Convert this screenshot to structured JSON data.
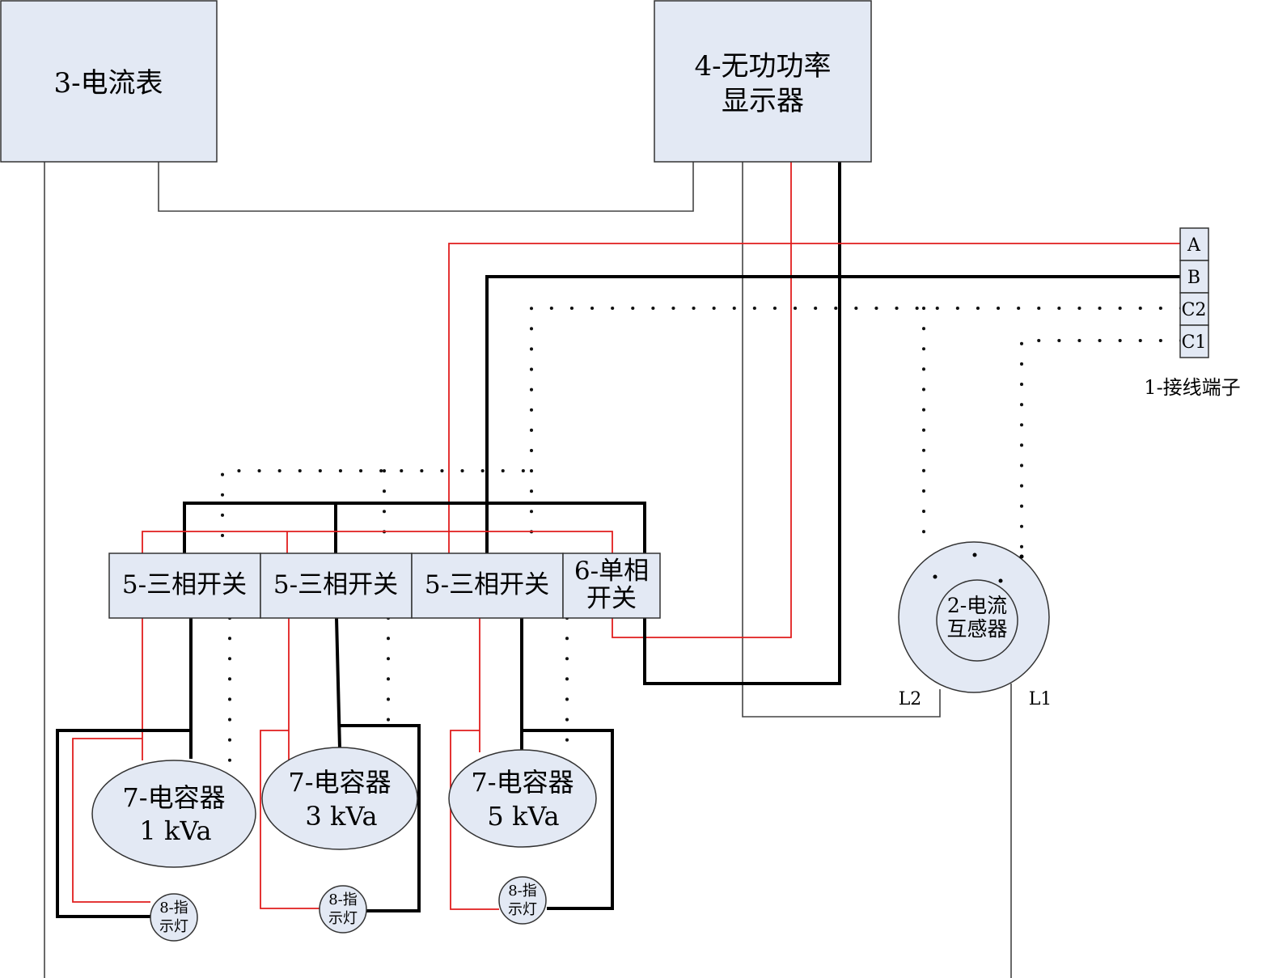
{
  "ammeter": {
    "label": "3-电流表"
  },
  "var_display": {
    "line1": "4-无功功率",
    "line2": "显示器"
  },
  "terminal": {
    "label": "1-接线端子",
    "pins": [
      "A",
      "B",
      "C2",
      "C1"
    ]
  },
  "switches": [
    {
      "label": "5-三相开关"
    },
    {
      "label": "5-三相开关"
    },
    {
      "label": "5-三相开关"
    },
    {
      "line1": "6-单相",
      "line2": "开关"
    }
  ],
  "current_transformer": {
    "line1": "2-电流",
    "line2": "互感器",
    "leads": [
      "L2",
      "L1"
    ]
  },
  "capacitors": [
    {
      "name": "7-电容器",
      "rating": "1 kVa"
    },
    {
      "name": "7-电容器",
      "rating": "3 kVa"
    },
    {
      "name": "7-电容器",
      "rating": "5 kVa"
    }
  ],
  "lamps": [
    {
      "line1": "8-指",
      "line2": "示灯"
    },
    {
      "line1": "8-指",
      "line2": "示灯"
    },
    {
      "line1": "8-指",
      "line2": "示灯"
    }
  ],
  "wire_colors": {
    "phase_a": "#e11d1d",
    "phase_b": "#000000",
    "signal": "#444444"
  }
}
